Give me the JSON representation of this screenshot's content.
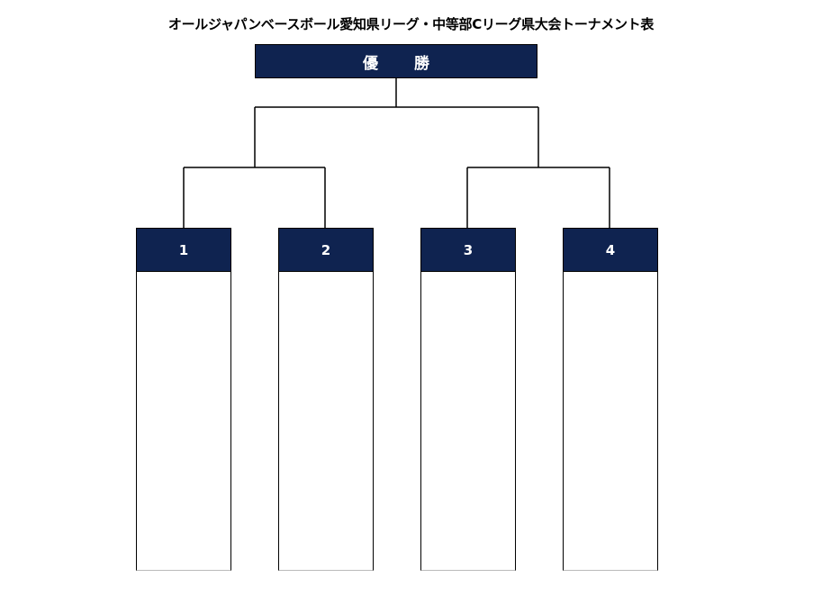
{
  "title": "オールジャパンベースボール愛知県リーグ・中等部Cリーグ県大会トーナメント表",
  "winner_label": "優勝",
  "teams": [
    {
      "number": "1"
    },
    {
      "number": "2"
    },
    {
      "number": "3"
    },
    {
      "number": "4"
    }
  ],
  "colors": {
    "header_bg": "#0f2350",
    "header_text": "#ffffff",
    "line": "#000000"
  }
}
